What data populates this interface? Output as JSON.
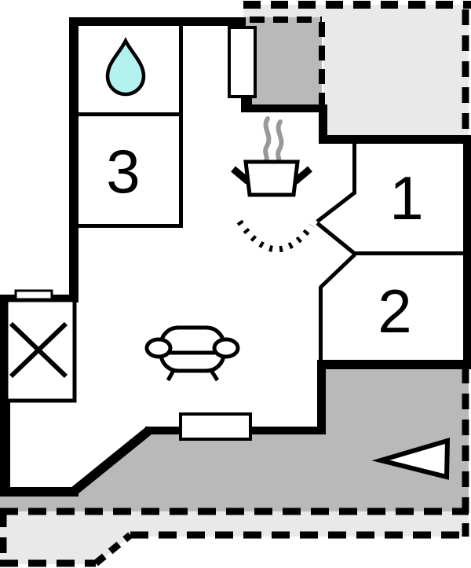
{
  "floorplan": {
    "title": "holiday-home-floor-plan",
    "rooms": [
      {
        "label": "3"
      },
      {
        "label": "1"
      },
      {
        "label": "2"
      }
    ],
    "icons": [
      "water-drop-icon",
      "stove-pot-icon",
      "steam-icon",
      "sofa-icon",
      "wardrobe-cross-icon",
      "door-swing-arc",
      "direction-arrow-icon"
    ],
    "colors": {
      "wall": "#000000",
      "terrace_dark": "#b9b9b9",
      "terrace_light": "#e9e9e9",
      "water_drop": "#b3f1ef",
      "steam": "#999999",
      "background": "#ffffff"
    }
  }
}
